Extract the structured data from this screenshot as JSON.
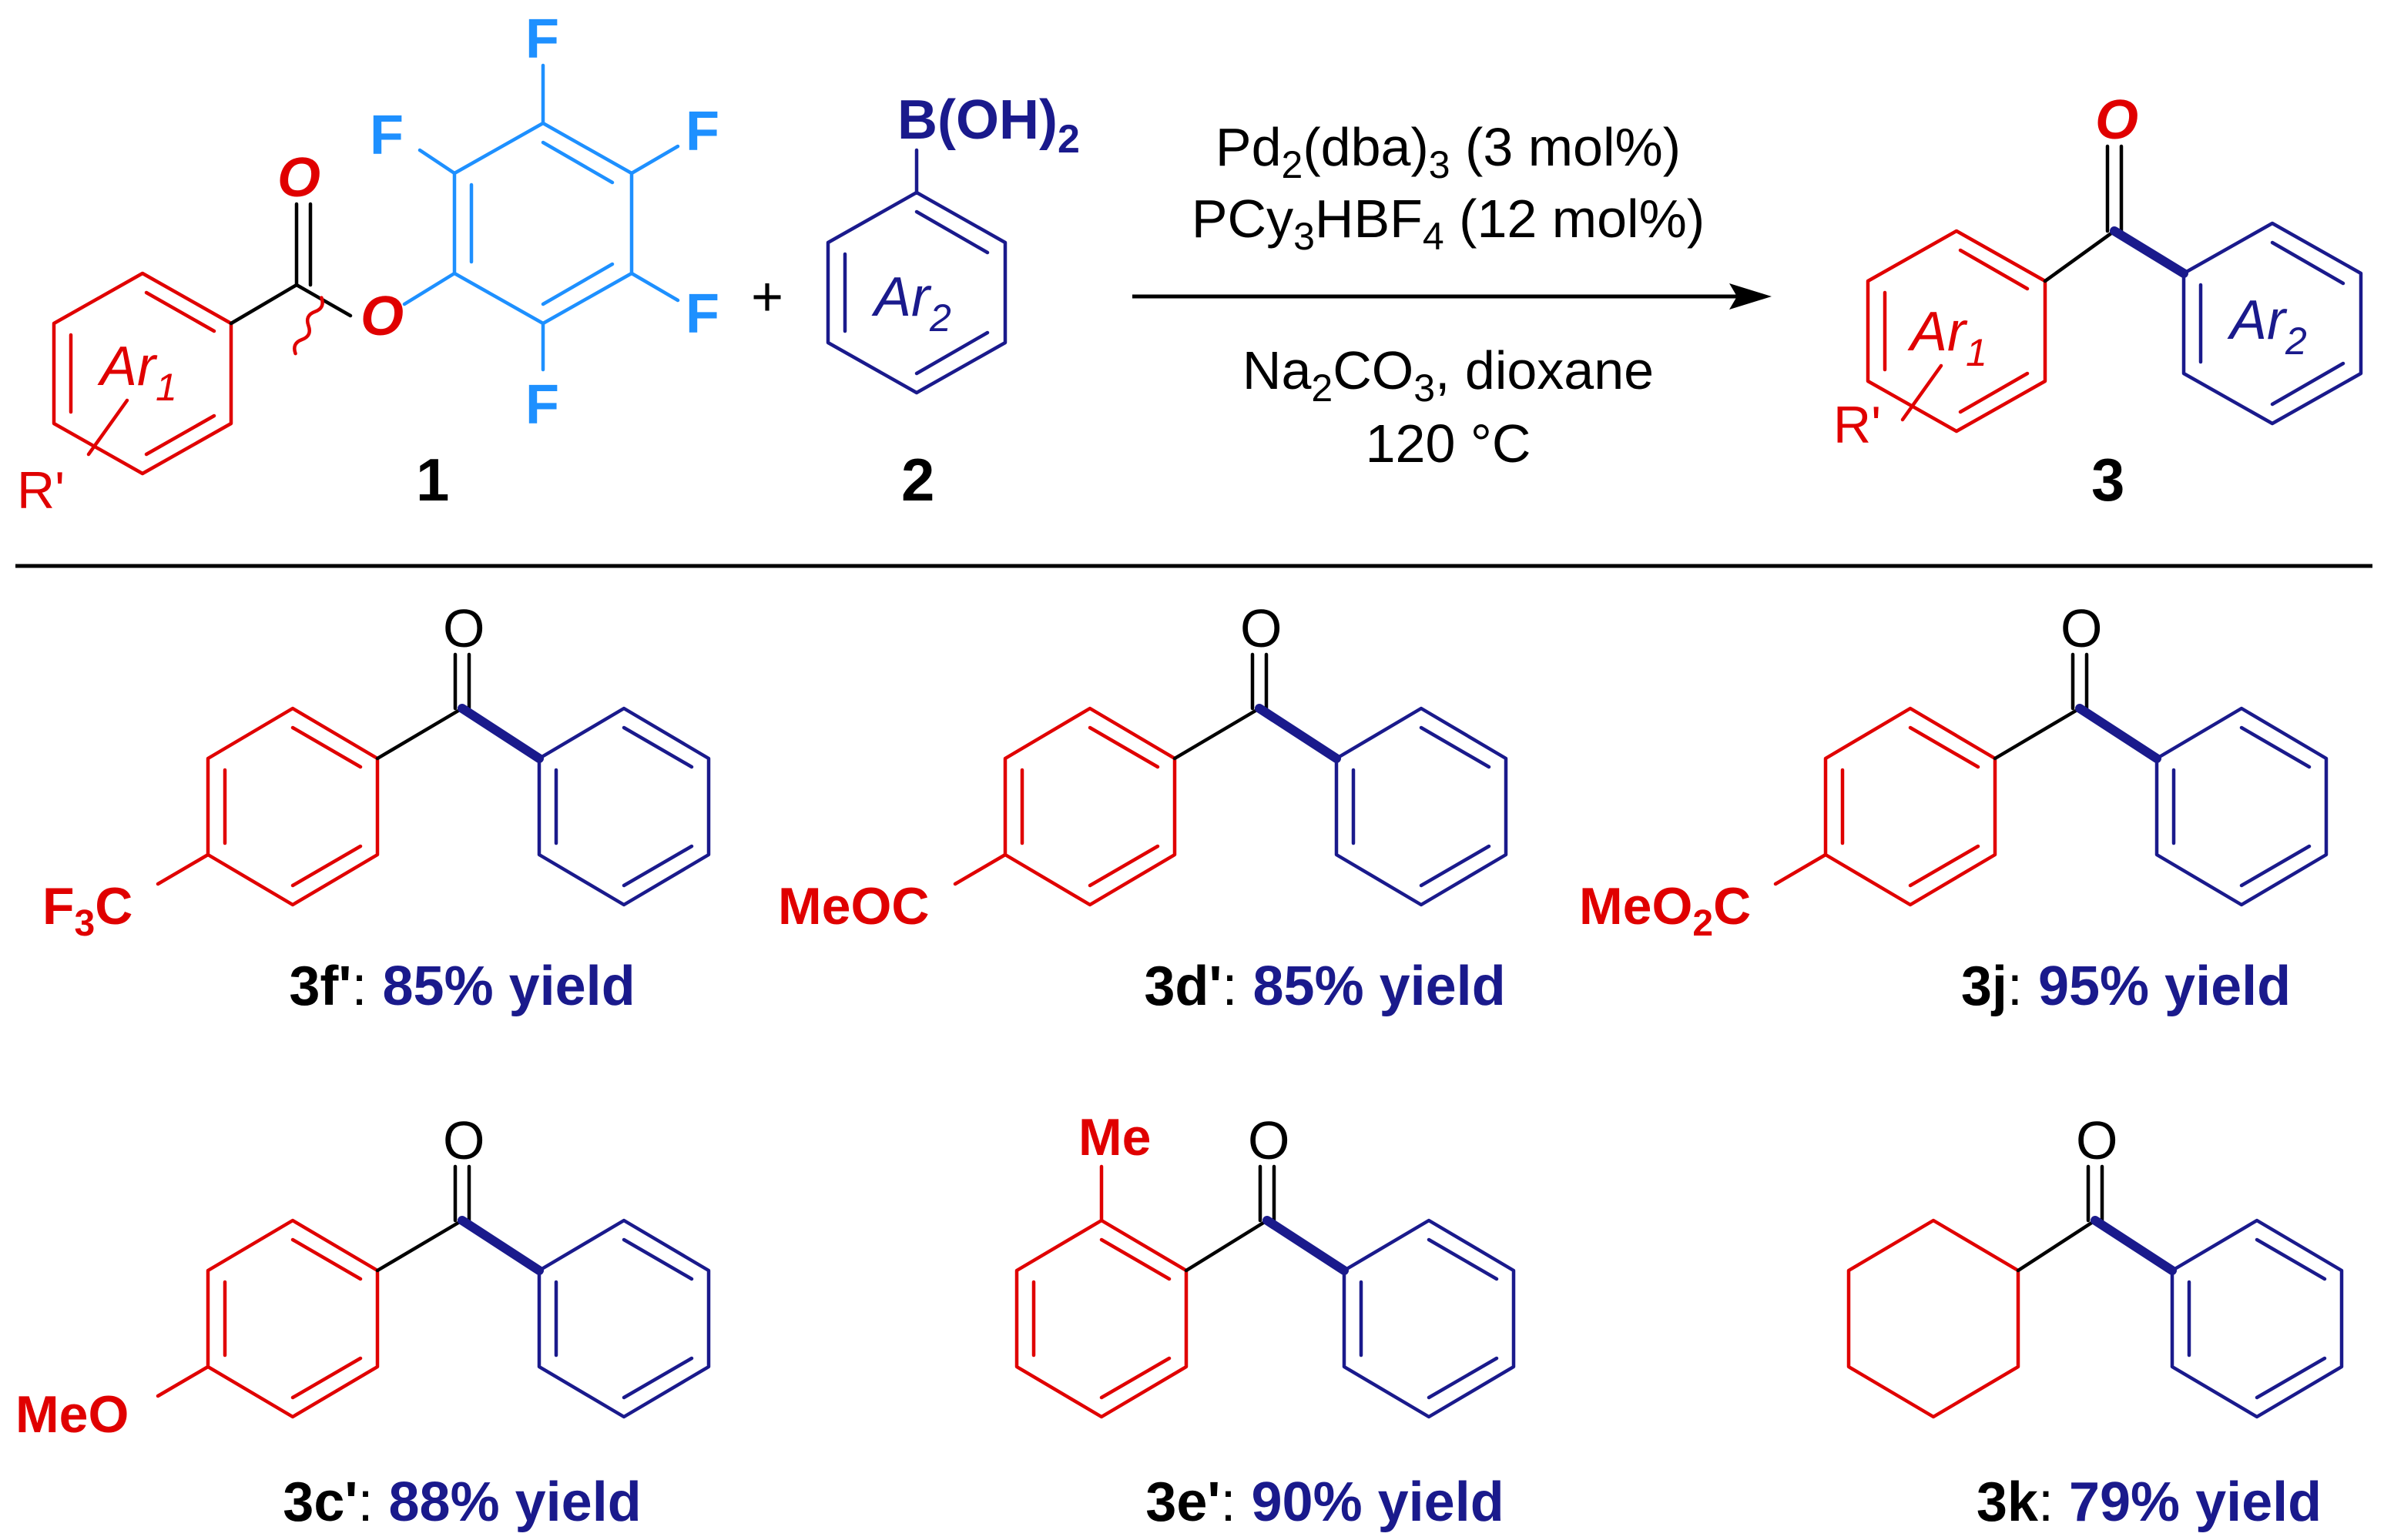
{
  "colors": {
    "ar1": "#e00000",
    "ar2": "#1a1a8c",
    "pfp": "#1e90ff",
    "black": "#000000",
    "yield": "#1a1a8c"
  },
  "scheme": {
    "reactant1": {
      "label": "1",
      "carbonyl_o": "O",
      "ester_o": "O",
      "ring_label": "Ar",
      "ring_sub": "1",
      "substituent": "R'",
      "fluorines": [
        "F",
        "F",
        "F",
        "F",
        "F"
      ]
    },
    "plus": "+",
    "reactant2": {
      "label": "2",
      "group": "B(OH)",
      "group_sub": "2",
      "ring_label": "Ar",
      "ring_sub": "2"
    },
    "conditions": {
      "line1": [
        "Pd",
        "2",
        "(dba)",
        "3",
        " (3 mol%)"
      ],
      "line2": [
        "PCy",
        "3",
        "HBF",
        "4",
        " (12 mol%)"
      ],
      "line3": [
        "Na",
        "2",
        "CO",
        "3",
        ", dioxane"
      ],
      "line4": "120 °C"
    },
    "product": {
      "label": "3",
      "o": "O",
      "ar1": "Ar",
      "ar1_sub": "1",
      "ar2": "Ar",
      "ar2_sub": "2",
      "substituent": "R'"
    }
  },
  "products": [
    {
      "id": "3f'",
      "yield": "85% yield",
      "substituent": "F3C",
      "o": "O"
    },
    {
      "id": "3d'",
      "yield": "85% yield",
      "substituent": "MeOC",
      "o": "O"
    },
    {
      "id": "3j",
      "yield": "95% yield",
      "substituent": "MeO2C",
      "o": "O"
    },
    {
      "id": "3c'",
      "yield": "88% yield",
      "substituent": "MeO",
      "o": "O"
    },
    {
      "id": "3e'",
      "yield": "90% yield",
      "substituent": "Me",
      "o": "O"
    },
    {
      "id": "3k",
      "yield": "79% yield",
      "substituent": "",
      "o": "O"
    }
  ],
  "sep": ": "
}
